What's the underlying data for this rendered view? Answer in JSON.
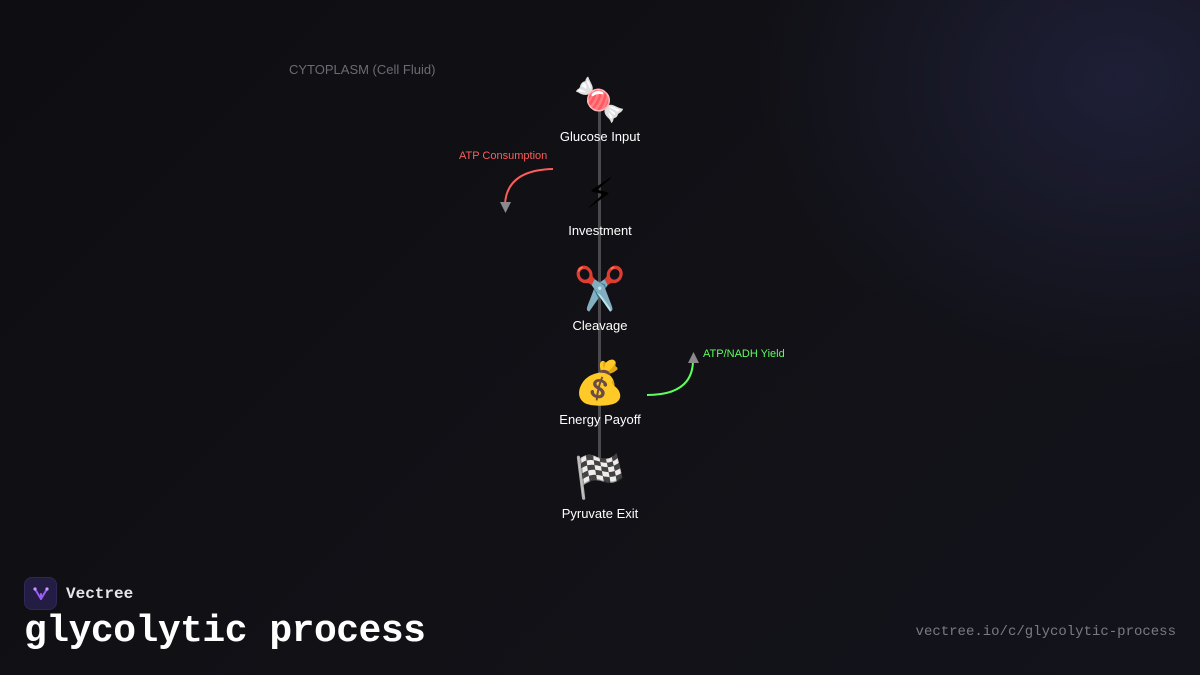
{
  "diagram": {
    "region_label": "CYTOPLASM (Cell Fluid)",
    "steps": [
      {
        "icon": "🍬",
        "icon_name": "candy-icon",
        "label": "Glucose Input"
      },
      {
        "icon": "⚡",
        "icon_name": "lightning-icon",
        "label": "Investment"
      },
      {
        "icon": "✂️",
        "icon_name": "scissors-icon",
        "label": "Cleavage"
      },
      {
        "icon": "💰",
        "icon_name": "money-bag-icon",
        "label": "Energy Payoff"
      },
      {
        "icon": "🏁",
        "icon_name": "checkered-flag-icon",
        "label": "Pyruvate Exit"
      }
    ],
    "annotations": {
      "consumption": {
        "text": "ATP Consumption",
        "color": "#ff5c5c"
      },
      "yield": {
        "text": "ATP/NADH Yield",
        "color": "#5cff5c"
      }
    }
  },
  "footer": {
    "brand_name": "Vectree",
    "brand_logo": "vectree-logo",
    "title": "glycolytic process",
    "url": "vectree.io/c/glycolytic-process"
  },
  "colors": {
    "background": "#0f0f13",
    "spine": "#4a4a4e",
    "arrowhead": "#8a8a8e",
    "logo_accent": "#9b5cf6"
  }
}
